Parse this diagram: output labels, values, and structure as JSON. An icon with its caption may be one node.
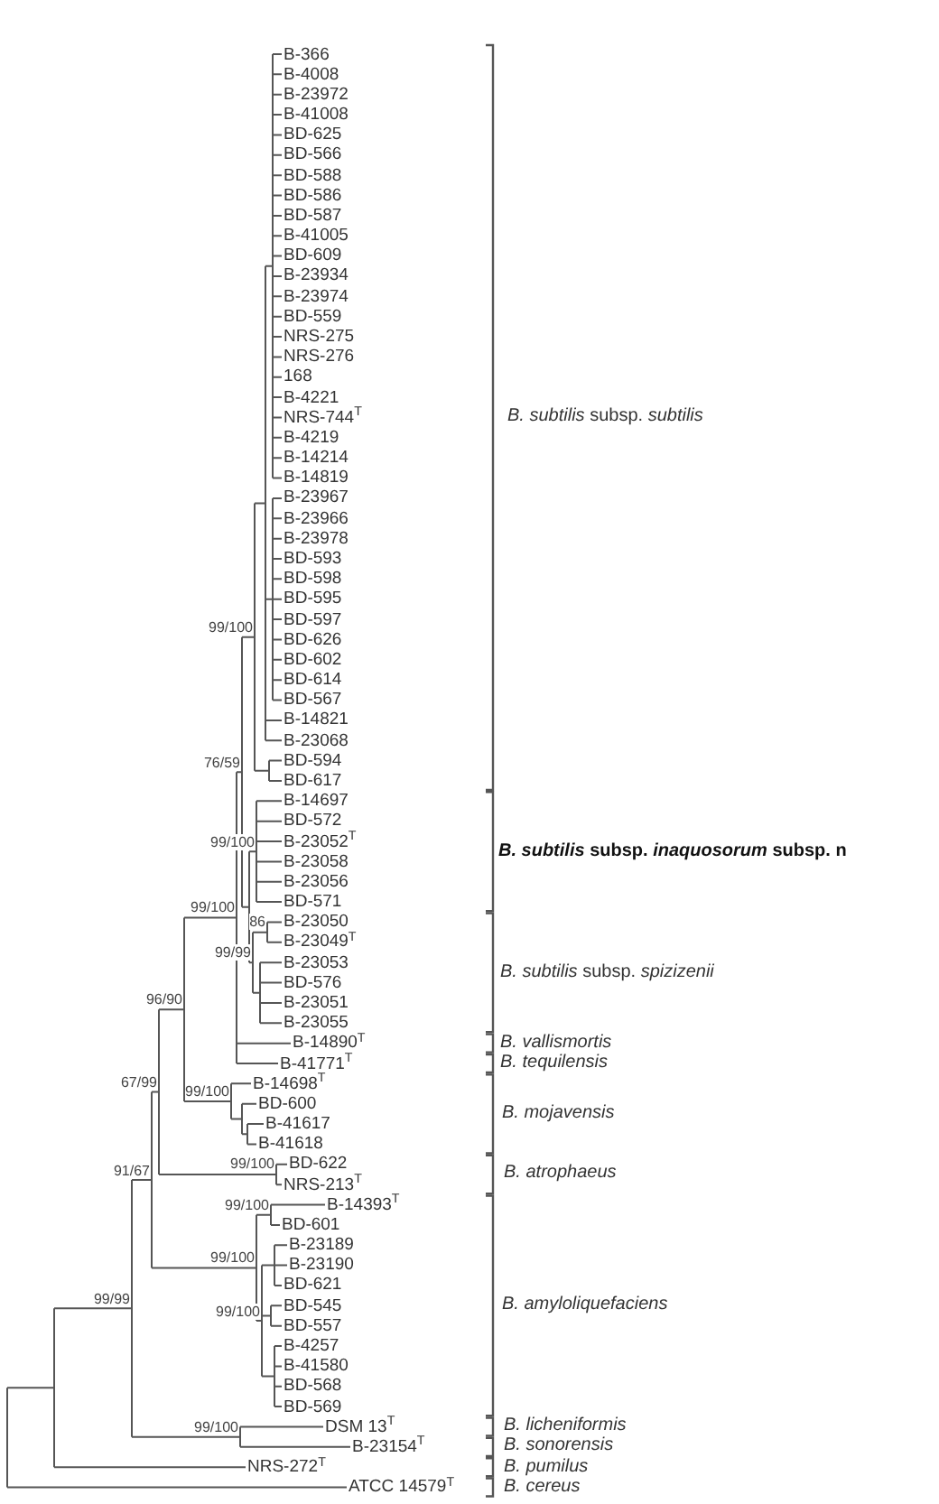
{
  "diagram": {
    "labels": [
      "B-366",
      "B-4008",
      "B-23972",
      "B-41008",
      "BD-625",
      "BD-566",
      "BD-588",
      "BD-586",
      "BD-587",
      "B-41005",
      "BD-609",
      "B-23934",
      "B-23974",
      "BD-559",
      "NRS-275",
      "NRS-276",
      "168",
      "B-4221",
      "NRS-744$^{T}$",
      "B-4219",
      "B-14214",
      "B-14819",
      "B-23967",
      "B-23966",
      "B-23978",
      "BD-593",
      "BD-598",
      "BD-595",
      "BD-597",
      "BD-626",
      "BD-602",
      "BD-614",
      "BD-567",
      "B-14821",
      "B-23068",
      "BD-594",
      "BD-617",
      "B-14697",
      "BD-572",
      "B-23052$^{T}$",
      "B-23058",
      "B-23056",
      "BD-571",
      "B-23050",
      "B-23049$^{T}$",
      "B-23053",
      "BD-576",
      "B-23051",
      "B-23055",
      "B-14890$^{T}$",
      "B-41771$^{T}$",
      "B-14698$^{T}$",
      "BD-600",
      "B-41617",
      "B-41618",
      "BD-622",
      "NRS-213$^{T}$",
      "B-14393$^{T}$",
      "BD-601",
      "B-23189",
      "B-23190",
      "BD-621",
      "BD-545",
      "BD-557",
      "B-4257",
      "B-41580",
      "BD-568",
      "BD-569",
      "DSM 13$^{T}$",
      "B-23154$^{T}$",
      "NRS-272$^{T}$",
      "ATCC 14579$^{T}$",
      "99/100",
      "76/59",
      "99/100",
      "86",
      "99/99",
      "99/100",
      "96/90",
      "67/99",
      "99/100",
      "91/67",
      "99/100",
      "99/100",
      "99/100",
      "99/100",
      "99/99",
      "99/100",
      "*B. subtilis* subsp. *subtilis*",
      "*B. subtilis* subsp. *inaquosorum* subsp. n",
      "*B. subtilis* subsp. *spizizenii*",
      "B. vallismortis",
      "B. tequilensis",
      "B. mojavensis",
      "B. atrophaeus",
      "B. amyloliquefaciens",
      "B. licheniformis",
      "B. sonorensis",
      "B. pumilus",
      "B. cereus"
    ]
  }
}
